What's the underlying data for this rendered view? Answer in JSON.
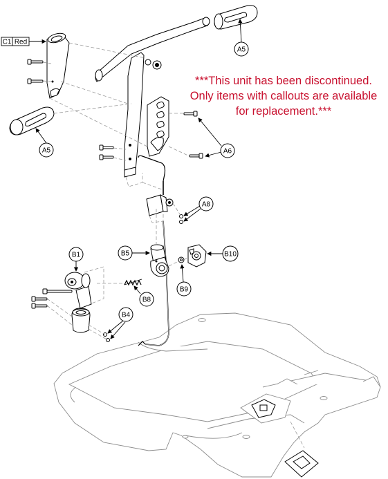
{
  "notice": {
    "line1": "***This unit has been discontinued.",
    "line2": "Only items with callouts are available",
    "line3": "for replacement.***",
    "color": "#c8102e"
  },
  "color_tag": {
    "code": "C1",
    "label": "Red"
  },
  "callouts": {
    "a5_top": "A5",
    "a5_left": "A5",
    "a6": "A6",
    "a8": "A8",
    "b1": "B1",
    "b4": "B4",
    "b5": "B5",
    "b8": "B8",
    "b9": "B9",
    "b10": "B10"
  }
}
